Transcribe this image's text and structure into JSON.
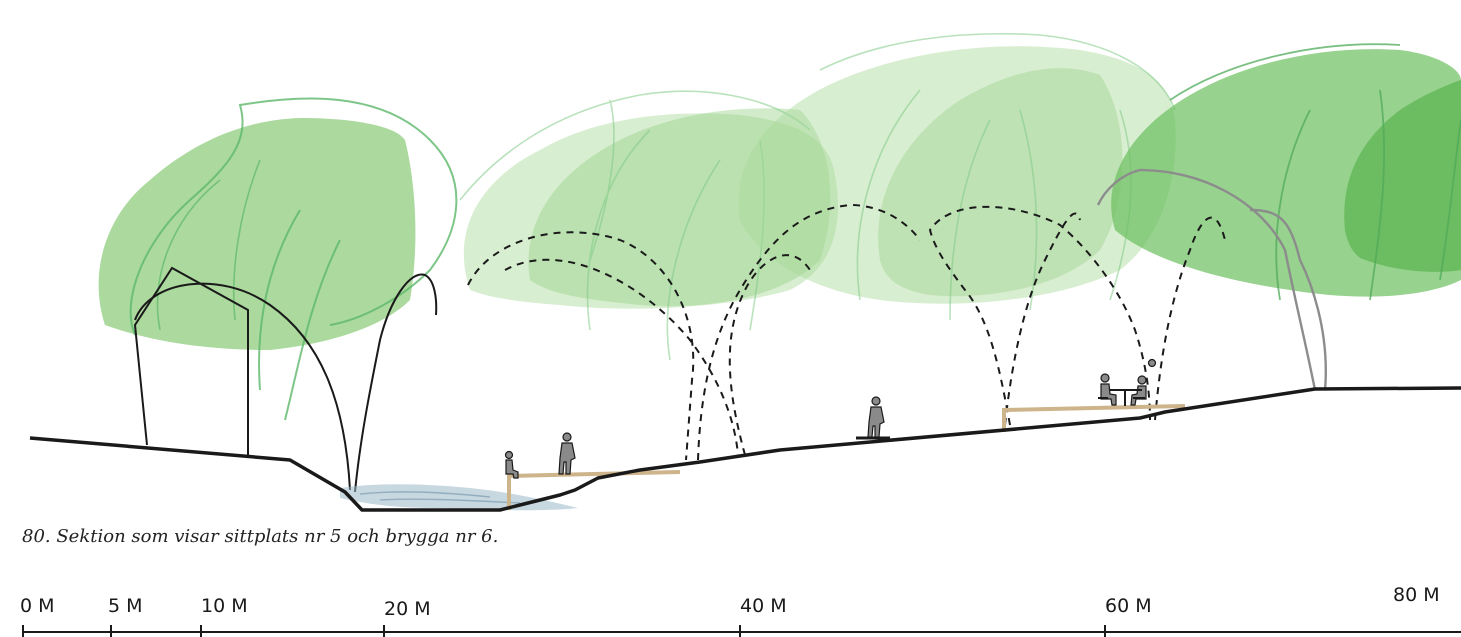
{
  "caption": "80. Sektion som visar sittplats nr 5 och brygga nr 6.",
  "scale": {
    "labels": [
      "0 M",
      "5 M",
      "10 M",
      "20 M",
      "40 M",
      "60 M",
      "80 M"
    ]
  },
  "colors": {
    "ground": "#1a1a1a",
    "tree_fill": "#8fcc7e",
    "tree_outline": "#5cb86a",
    "deck": "#cdb48a",
    "water": "#9ab8c8",
    "figure": "#8a8a8a"
  }
}
